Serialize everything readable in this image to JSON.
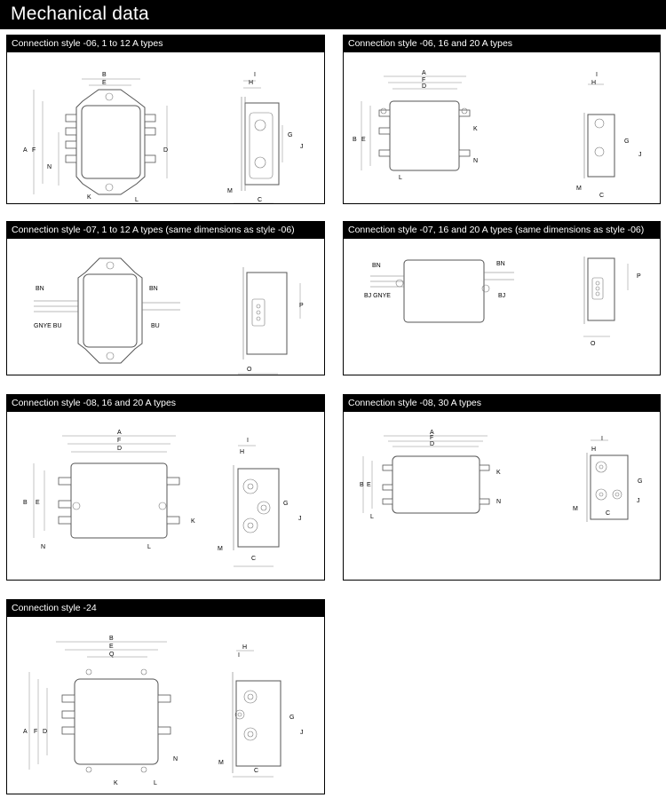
{
  "page": {
    "title": "Mechanical data"
  },
  "panels": [
    {
      "title": "Connection style -06, 1 to 12 A types"
    },
    {
      "title": "Connection style -06, 16 and 20 A types"
    },
    {
      "title": "Connection style -07, 1 to 12 A types (same dimensions as style -06)"
    },
    {
      "title": "Connection style -07, 16 and 20 A types (same dimensions as style -06)"
    },
    {
      "title": "Connection style -08, 16 and 20 A types"
    },
    {
      "title": "Connection style -08, 30 A types"
    },
    {
      "title": "Connection style -24"
    }
  ],
  "labels": {
    "A": "A",
    "B": "B",
    "C": "C",
    "D": "D",
    "E": "E",
    "F": "F",
    "G": "G",
    "H": "H",
    "I": "I",
    "J": "J",
    "K": "K",
    "L": "L",
    "M": "M",
    "N": "N",
    "O": "O",
    "P": "P",
    "Q": "Q",
    "BN": "BN",
    "BU": "BU",
    "BJ": "BJ",
    "GNYE": "GNYE",
    "BJGNYE": "BJ GNYE",
    "GNYEBU": "GNYE  BU"
  }
}
